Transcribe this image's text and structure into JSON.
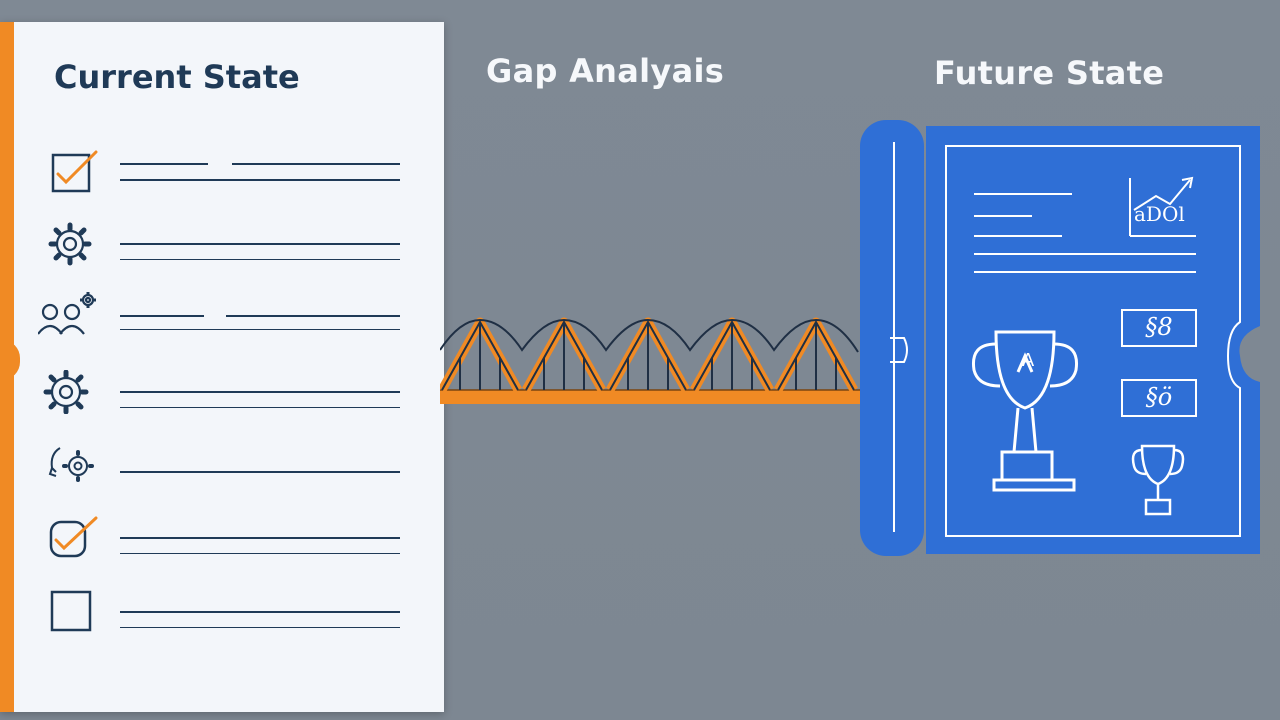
{
  "current_state": {
    "title": "Current State",
    "rows": [
      {
        "icon": "checked-box-icon"
      },
      {
        "icon": "gear-icon"
      },
      {
        "icon": "team-gear-icon"
      },
      {
        "icon": "gear-icon"
      },
      {
        "icon": "idea-gear-icon"
      },
      {
        "icon": "checked-circle-icon"
      },
      {
        "icon": "empty-box-icon"
      }
    ]
  },
  "gap_analysis": {
    "title": "Gap Analyais",
    "icon": "bridge-icon"
  },
  "future_state": {
    "title": "Future State",
    "chart_icon_text": "aDOl",
    "badge_top": "§8",
    "badge_bottom": "§ö",
    "trophy_large_letter": "A"
  },
  "colors": {
    "background": "#7f8994",
    "card": "#f3f6fa",
    "accent_orange": "#f08a24",
    "blueprint_blue": "#2f6fd6",
    "title_navy": "#1f3a57"
  }
}
